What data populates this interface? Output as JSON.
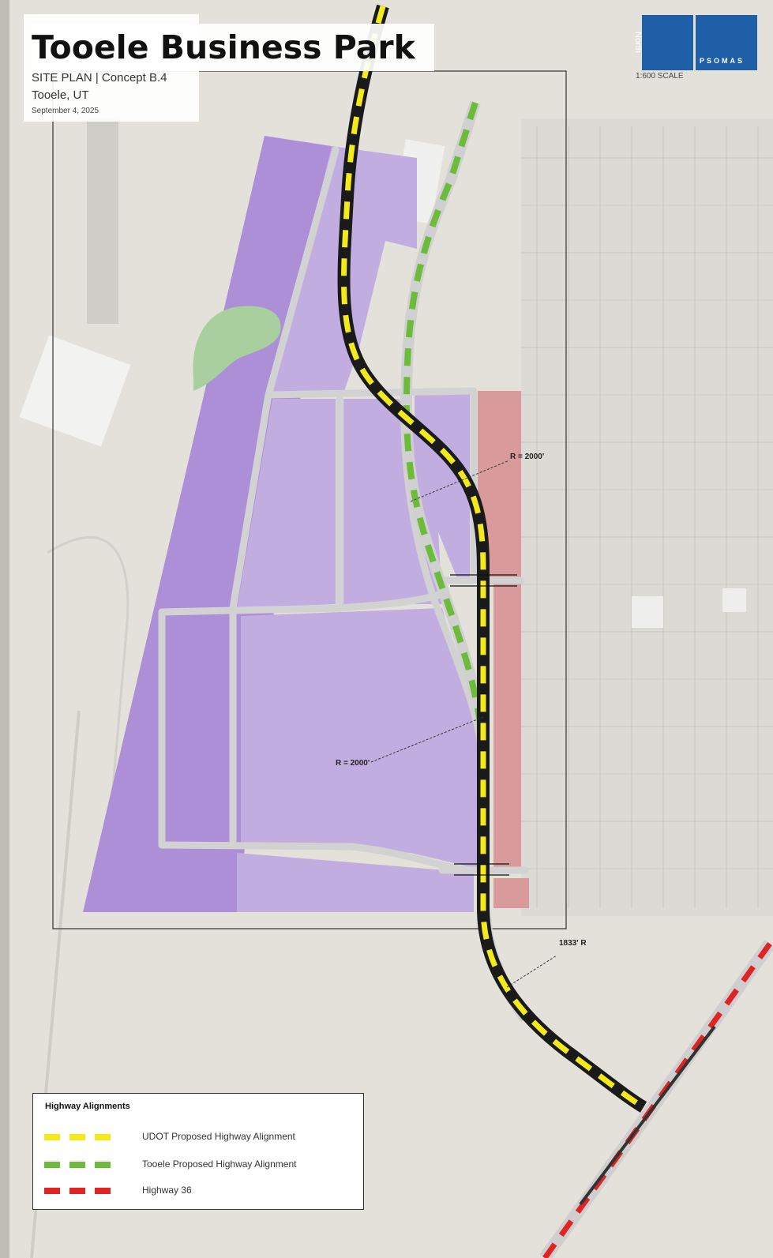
{
  "title": {
    "main": "Tooele Business Park",
    "subtitle": "SITE PLAN | Concept B.4",
    "location": "Tooele, UT",
    "date": "September 4, 2025"
  },
  "north_arrow": {
    "label": "North",
    "icon": "north-arrow-icon"
  },
  "logo": {
    "text": "PSOMAS"
  },
  "scale": {
    "text": "1:600 SCALE"
  },
  "callouts": [
    {
      "id": "r-north",
      "text": "R = 2000'"
    },
    {
      "id": "r-south",
      "text": "R = 2000'"
    },
    {
      "id": "r-bottom",
      "text": "1833' R"
    }
  ],
  "legend": {
    "title": "Highway Alignments",
    "items": [
      {
        "label": "UDOT Proposed Highway Alignment",
        "color": "#f2ea1b"
      },
      {
        "label": "Tooele Proposed Highway Alignment",
        "color": "#6dbb3a"
      },
      {
        "label": "Highway 36",
        "color": "#e02424"
      }
    ]
  },
  "colors": {
    "parcel_dark_purple": "#ad8fd8",
    "parcel_light_purple": "#c2ade0",
    "parcel_pink": "#d89a9a",
    "open_space_green": "#a9cf9e",
    "road_gray": "#d2d2d2",
    "brand_blue": "#1f5fa8"
  }
}
